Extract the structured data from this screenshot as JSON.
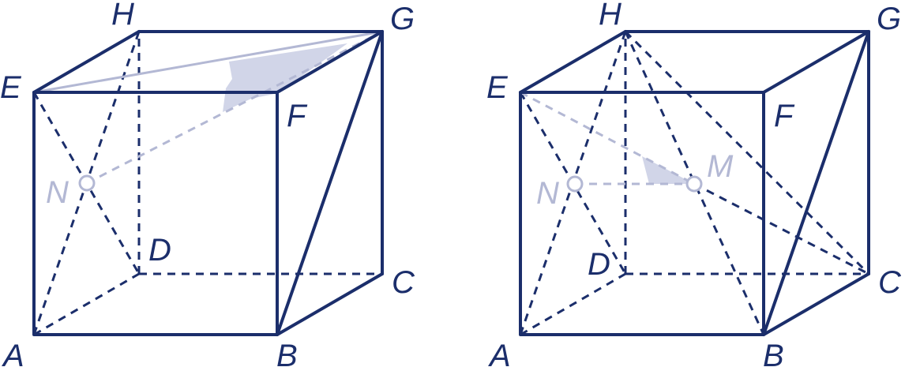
{
  "colors": {
    "edge": "#1b2e6b",
    "faint": "#b3b8d4",
    "shade": "#d1d5e8"
  },
  "left_figure": {
    "vertices": {
      "A": "A",
      "B": "B",
      "C": "C",
      "D": "D",
      "E": "E",
      "F": "F",
      "G": "G",
      "H": "H"
    },
    "point_n": "N"
  },
  "right_figure": {
    "vertices": {
      "A": "A",
      "B": "B",
      "C": "C",
      "D": "D",
      "E": "E",
      "F": "F",
      "G": "G",
      "H": "H"
    },
    "point_n": "N",
    "point_m": "M"
  }
}
